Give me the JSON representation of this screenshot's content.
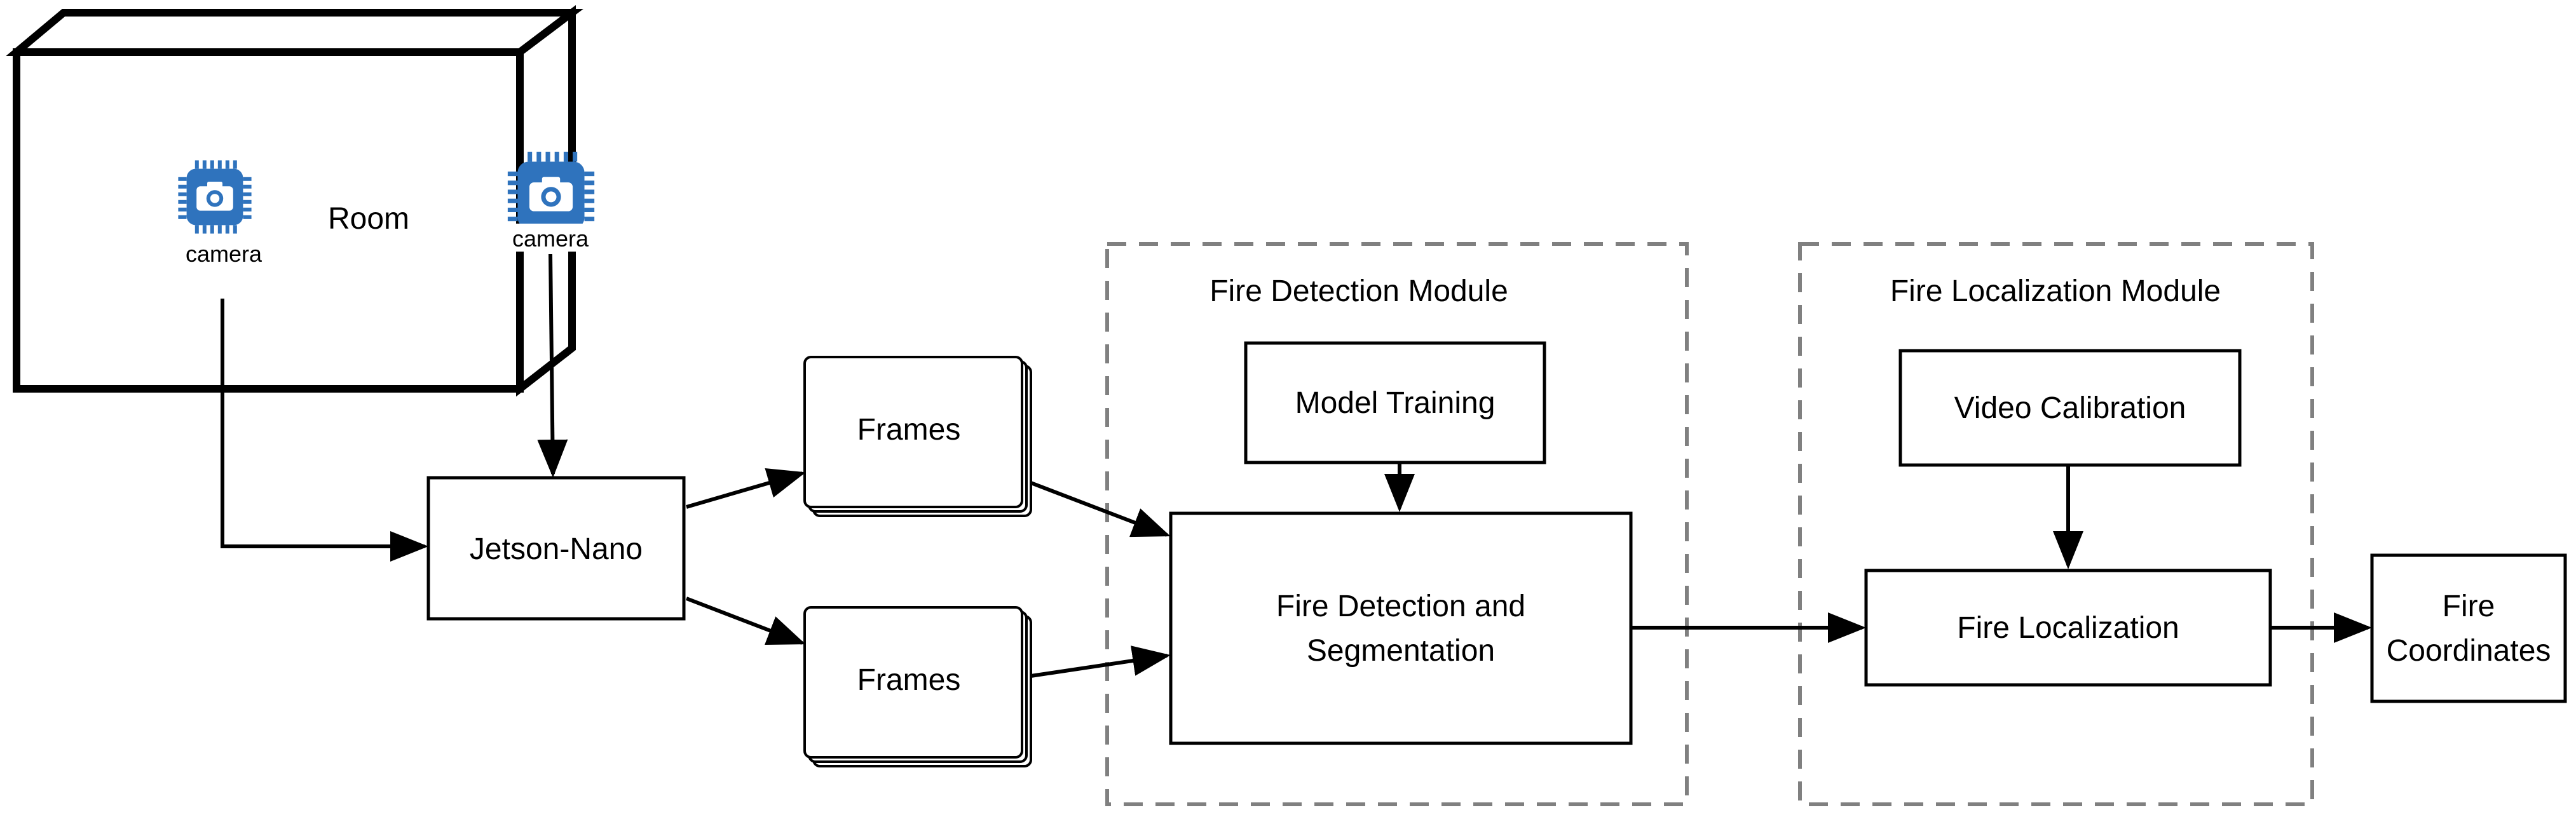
{
  "room": {
    "label": "Room"
  },
  "cameras": [
    {
      "label": "camera",
      "icon": "camera-chip-icon"
    },
    {
      "label": "camera",
      "icon": "camera-chip-icon"
    }
  ],
  "jetson": {
    "label": "Jetson-Nano"
  },
  "frames": [
    {
      "label": "Frames"
    },
    {
      "label": "Frames"
    }
  ],
  "detection_module": {
    "title": "Fire Detection Module",
    "model_training": "Model Training",
    "detection_line1": "Fire Detection and",
    "detection_line2": "Segmentation"
  },
  "localization_module": {
    "title": "Fire Localization Module",
    "video_calibration": "Video Calibration",
    "fire_localization": "Fire Localization"
  },
  "output": {
    "line1": "Fire",
    "line2": "Coordinates"
  },
  "colors": {
    "camera_icon": "#2f73bd",
    "module_border": "#808080",
    "stroke": "#000000"
  }
}
